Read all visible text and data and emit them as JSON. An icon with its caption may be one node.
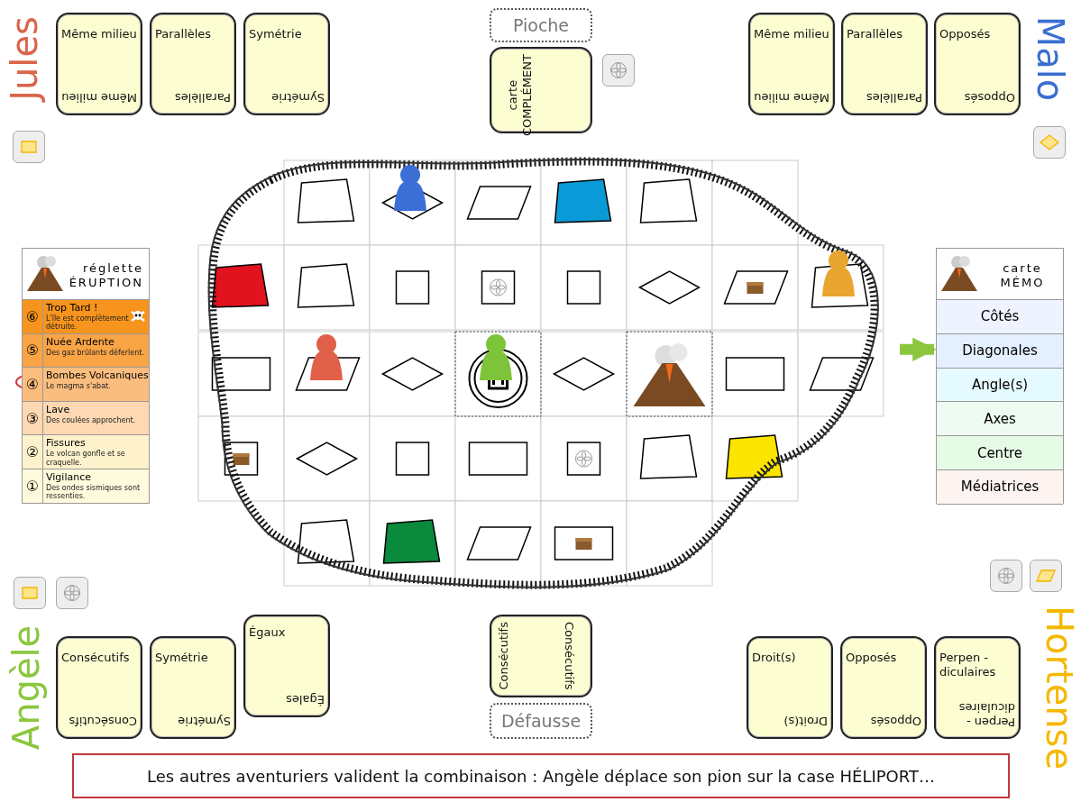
{
  "diagram": {
    "nodes": [
      {
        "text": [
          "Pioche"
        ]
      },
      {
        "text": [
          "carte COMPLÉMENT"
        ]
      },
      {
        "text": [
          "Même milieu",
          "Même milieu"
        ]
      },
      {
        "text": [
          "Parallèles",
          "Parallèles"
        ]
      },
      {
        "text": [
          "Symétrie",
          "Symétrie"
        ]
      },
      {
        "text": [
          "Même milieu",
          "Même milieu"
        ]
      },
      {
        "text": [
          "Parallèles",
          "Parallèles"
        ]
      },
      {
        "text": [
          "Opposés",
          "Opposés"
        ]
      },
      {
        "text": [
          "réglette ÉRUPTION"
        ]
      },
      {
        "text": [
          "⑥",
          "Trop Tard !",
          "L'île est complètement détruite."
        ],
        "in": 8
      },
      {
        "text": [
          "⑤",
          "Nuée Ardente",
          "Des gaz brûlants déferlent."
        ],
        "in": 8
      },
      {
        "text": [
          "④",
          "Bombes Volcaniques",
          "Le magma s'abat."
        ],
        "in": 8
      },
      {
        "text": [
          "③",
          "Lave",
          "Des coulées approchent."
        ],
        "in": 8
      },
      {
        "text": [
          "②",
          "Fissures",
          "Le volcan gonfle et se craquelle."
        ],
        "in": 8
      },
      {
        "text": [
          "①",
          "Vigilance",
          "Des ondes sismiques sont ressenties."
        ],
        "in": 8
      },
      {
        "text": [
          "carte MÉMO"
        ]
      },
      {
        "text": [
          "Côtés"
        ],
        "in": 15
      },
      {
        "text": [
          "Diagonales"
        ],
        "in": 15
      },
      {
        "text": [
          "Angle(s)"
        ],
        "in": 15
      },
      {
        "text": [
          "Axes"
        ],
        "in": 15
      },
      {
        "text": [
          "Centre"
        ],
        "in": 15
      },
      {
        "text": [
          "Médiatrices"
        ],
        "in": 15
      },
      {
        "text": [
          "Consécutifs",
          "Consécutifs"
        ]
      },
      {
        "text": [
          "Symétrie",
          "Symétrie"
        ]
      },
      {
        "text": [
          "Égaux",
          "Égales"
        ]
      },
      {
        "text": [
          "Consécutifs",
          "Consécutifs"
        ]
      },
      {
        "text": [
          "Défausse"
        ]
      },
      {
        "text": [
          "Droit(s)",
          "Droit(s)"
        ]
      },
      {
        "text": [
          "Opposés",
          "Opposés"
        ]
      },
      {
        "text": [
          "Perpen -diculaires",
          "Perpen -diculaires"
        ]
      },
      {
        "text": [
          "Les autres aventuriers valident la combinaison : Angèle déplace son pion sur la case HÉLIPORT…"
        ]
      }
    ],
    "edges": [
      {
        "from": null,
        "to": 17,
        "arrow": "to",
        "color": "#8cc63f"
      }
    ],
    "labels": [
      "Jules",
      "Malo",
      "Angèle",
      "Hortense"
    ]
  }
}
